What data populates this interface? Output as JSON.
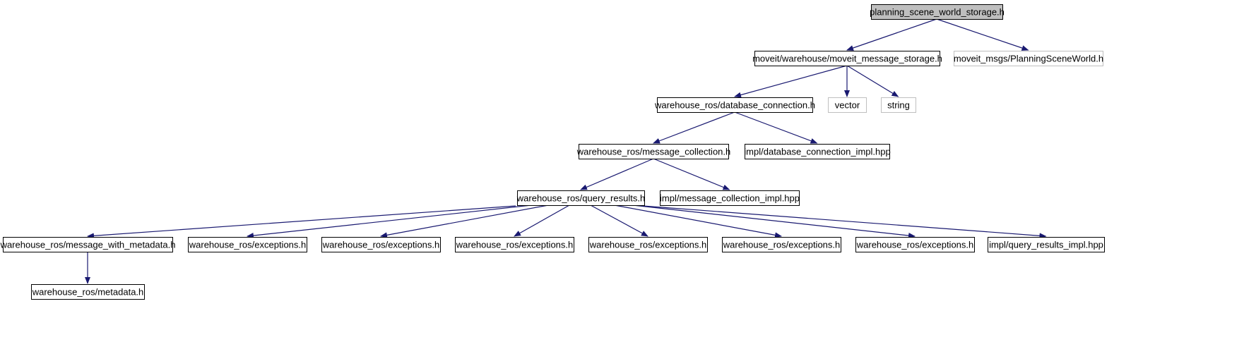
{
  "diagram": {
    "nodes": [
      {
        "id": "root",
        "label": "planning_scene_world_storage.h",
        "style": "highlighted"
      },
      {
        "id": "mms",
        "label": "moveit/warehouse/moveit_message_storage.h",
        "style": "normal"
      },
      {
        "id": "psw",
        "label": "moveit_msgs/PlanningSceneWorld.h",
        "style": "external"
      },
      {
        "id": "dbc",
        "label": "warehouse_ros/database_connection.h",
        "style": "normal"
      },
      {
        "id": "vector",
        "label": "vector",
        "style": "external"
      },
      {
        "id": "string",
        "label": "string",
        "style": "external"
      },
      {
        "id": "mc",
        "label": "warehouse_ros/message_collection.h",
        "style": "normal"
      },
      {
        "id": "dbci",
        "label": "impl/database_connection_impl.hpp",
        "style": "normal"
      },
      {
        "id": "qr",
        "label": "warehouse_ros/query_results.h",
        "style": "normal"
      },
      {
        "id": "mci",
        "label": "impl/message_collection_impl.hpp",
        "style": "normal"
      },
      {
        "id": "mwm",
        "label": "warehouse_ros/message_with_metadata.h",
        "style": "normal"
      },
      {
        "id": "ex1",
        "label": "warehouse_ros/exceptions.h",
        "style": "normal"
      },
      {
        "id": "ex2",
        "label": "warehouse_ros/exceptions.h",
        "style": "normal"
      },
      {
        "id": "ex3",
        "label": "warehouse_ros/exceptions.h",
        "style": "normal"
      },
      {
        "id": "ex4",
        "label": "warehouse_ros/exceptions.h",
        "style": "normal"
      },
      {
        "id": "ex5",
        "label": "warehouse_ros/exceptions.h",
        "style": "normal"
      },
      {
        "id": "ex6",
        "label": "warehouse_ros/exceptions.h",
        "style": "normal"
      },
      {
        "id": "qri",
        "label": "impl/query_results_impl.hpp",
        "style": "normal"
      },
      {
        "id": "meta",
        "label": "warehouse_ros/metadata.h",
        "style": "normal"
      }
    ],
    "edges": [
      {
        "from": "root",
        "to": "mms"
      },
      {
        "from": "root",
        "to": "psw"
      },
      {
        "from": "mms",
        "to": "dbc"
      },
      {
        "from": "mms",
        "to": "vector"
      },
      {
        "from": "mms",
        "to": "string"
      },
      {
        "from": "dbc",
        "to": "mc"
      },
      {
        "from": "dbc",
        "to": "dbci"
      },
      {
        "from": "mc",
        "to": "qr"
      },
      {
        "from": "mc",
        "to": "mci"
      },
      {
        "from": "qr",
        "to": "mwm"
      },
      {
        "from": "qr",
        "to": "ex1"
      },
      {
        "from": "qr",
        "to": "ex2"
      },
      {
        "from": "qr",
        "to": "ex3"
      },
      {
        "from": "qr",
        "to": "ex4"
      },
      {
        "from": "qr",
        "to": "ex5"
      },
      {
        "from": "qr",
        "to": "ex6"
      },
      {
        "from": "qr",
        "to": "qri"
      },
      {
        "from": "mwm",
        "to": "meta"
      }
    ],
    "colors": {
      "edge": "#191970",
      "node_border": "#000000",
      "external_border": "#bfbfbf",
      "highlight_fill": "#bfbfbf",
      "node_fill": "#ffffff"
    }
  }
}
